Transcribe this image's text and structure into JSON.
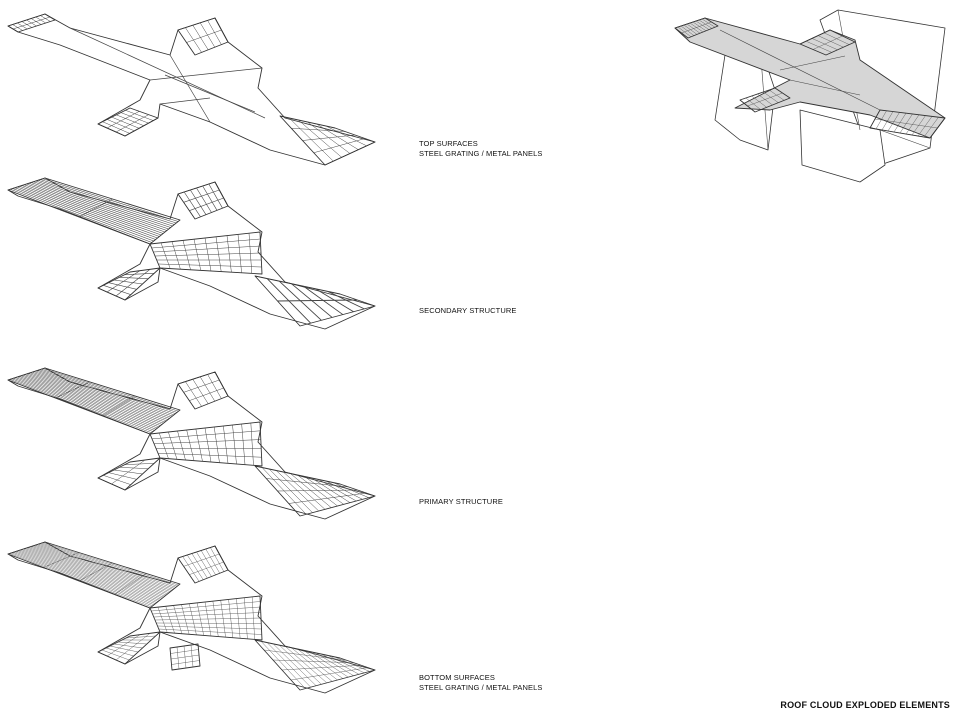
{
  "labels": {
    "top": [
      "TOP SURFACES",
      "STEEL GRATING / METAL PANELS"
    ],
    "secondary": [
      "SECONDARY STRUCTURE"
    ],
    "primary": [
      "PRIMARY STRUCTURE"
    ],
    "bottom": [
      "BOTTOM SURFACES",
      "STEEL GRATING / METAL PANELS"
    ]
  },
  "title": "ROOF CLOUD EXPLODED ELEMENTS"
}
